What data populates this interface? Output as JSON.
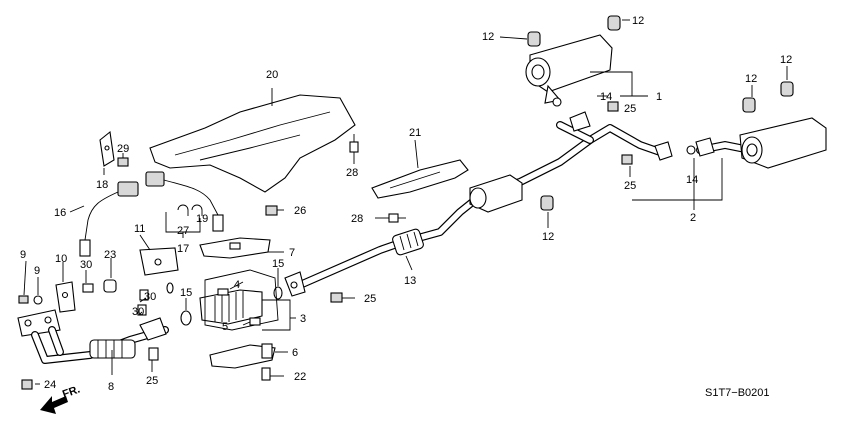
{
  "diagram_code": "S1T7−B0201",
  "direction_label": "FR.",
  "callouts": [
    "1",
    "2",
    "3",
    "4",
    "5",
    "6",
    "7",
    "8",
    "9",
    "10",
    "11",
    "12",
    "13",
    "14",
    "15",
    "16",
    "17",
    "18",
    "19",
    "20",
    "21",
    "22",
    "23",
    "24",
    "25",
    "26",
    "27",
    "28",
    "29",
    "30"
  ]
}
